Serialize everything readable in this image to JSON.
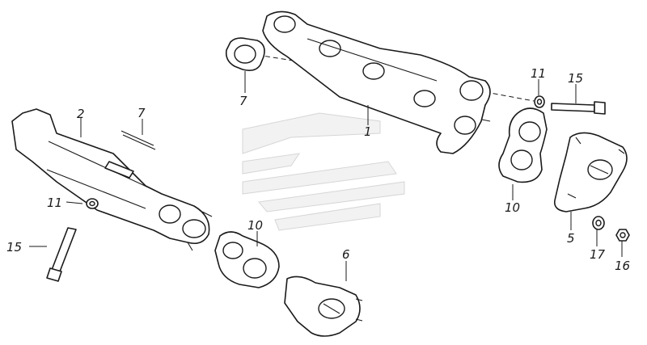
{
  "callouts": [
    {
      "id": "c1",
      "text": "1"
    },
    {
      "id": "c2",
      "text": "2"
    },
    {
      "id": "c5",
      "text": "5"
    },
    {
      "id": "c6",
      "text": "6"
    },
    {
      "id": "c7a",
      "text": "7"
    },
    {
      "id": "c7b",
      "text": "7"
    },
    {
      "id": "c10a",
      "text": "10"
    },
    {
      "id": "c10b",
      "text": "10"
    },
    {
      "id": "c11a",
      "text": "11"
    },
    {
      "id": "c11b",
      "text": "11"
    },
    {
      "id": "c15a",
      "text": "15"
    },
    {
      "id": "c15b",
      "text": "15"
    },
    {
      "id": "c16",
      "text": "16"
    },
    {
      "id": "c17",
      "text": "17"
    }
  ]
}
